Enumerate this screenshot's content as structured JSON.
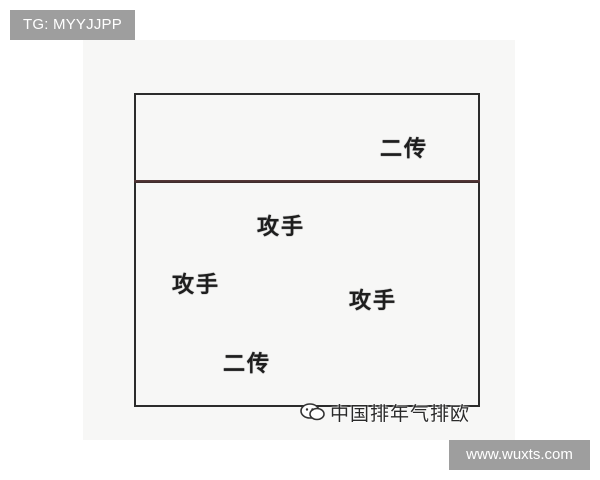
{
  "watermarks": {
    "top_left": "TG: MYYJJPP",
    "bottom_right": "www.wuxts.com",
    "overlay_text": "中国排年气排欧",
    "overlay_icon": "wechat-icon"
  },
  "diagram": {
    "front_zone": {
      "players": [
        "二传"
      ]
    },
    "back_zone": {
      "players": [
        "攻手",
        "攻手",
        "攻手",
        "二传"
      ]
    }
  },
  "colors": {
    "court_line": "#2b2b2b",
    "badge_bg": "#9e9e9e",
    "badge_text": "#ffffff"
  }
}
